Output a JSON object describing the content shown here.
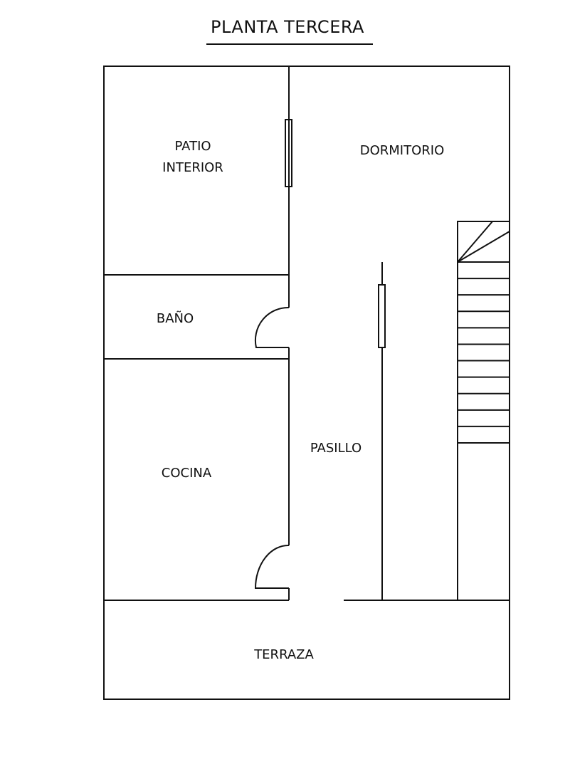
{
  "title": "PLANTA TERCERA",
  "rooms": {
    "patio_line1": "PATIO",
    "patio_line2": "INTERIOR",
    "dormitorio": "DORMITORIO",
    "bano": "BAÑO",
    "cocina": "COCINA",
    "pasillo": "PASILLO",
    "terraza": "TERRAZA"
  },
  "stairs": {
    "steps": 11
  }
}
